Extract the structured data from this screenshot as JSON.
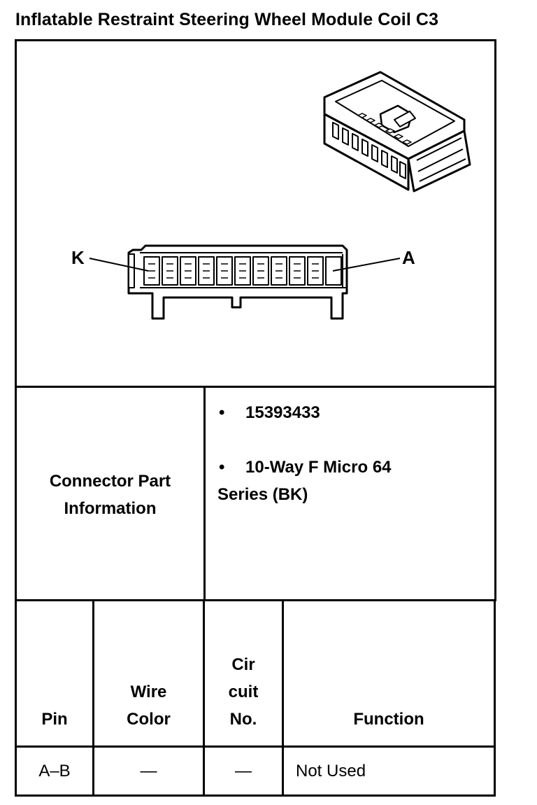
{
  "title": "Inflatable Restraint Steering Wheel Module Coil C3",
  "diagram": {
    "label_left": "K",
    "label_right": "A"
  },
  "connector_info": {
    "label_line1": "Connector Part",
    "label_line2": "Information",
    "bullet_symbol": "•",
    "part_number": "15393433",
    "description_line1": "10-Way F Micro 64",
    "description_line2": "Series (BK)"
  },
  "pin_table": {
    "headers": {
      "pin": "Pin",
      "wire_line1": "Wire",
      "wire_line2": "Color",
      "circuit_line1": "Cir",
      "circuit_line2": "cuit",
      "circuit_line3": "No.",
      "function": "Function"
    },
    "rows": [
      {
        "pin": "A–B",
        "wire_color": "—",
        "circuit": "—",
        "function": "Not Used"
      }
    ]
  }
}
